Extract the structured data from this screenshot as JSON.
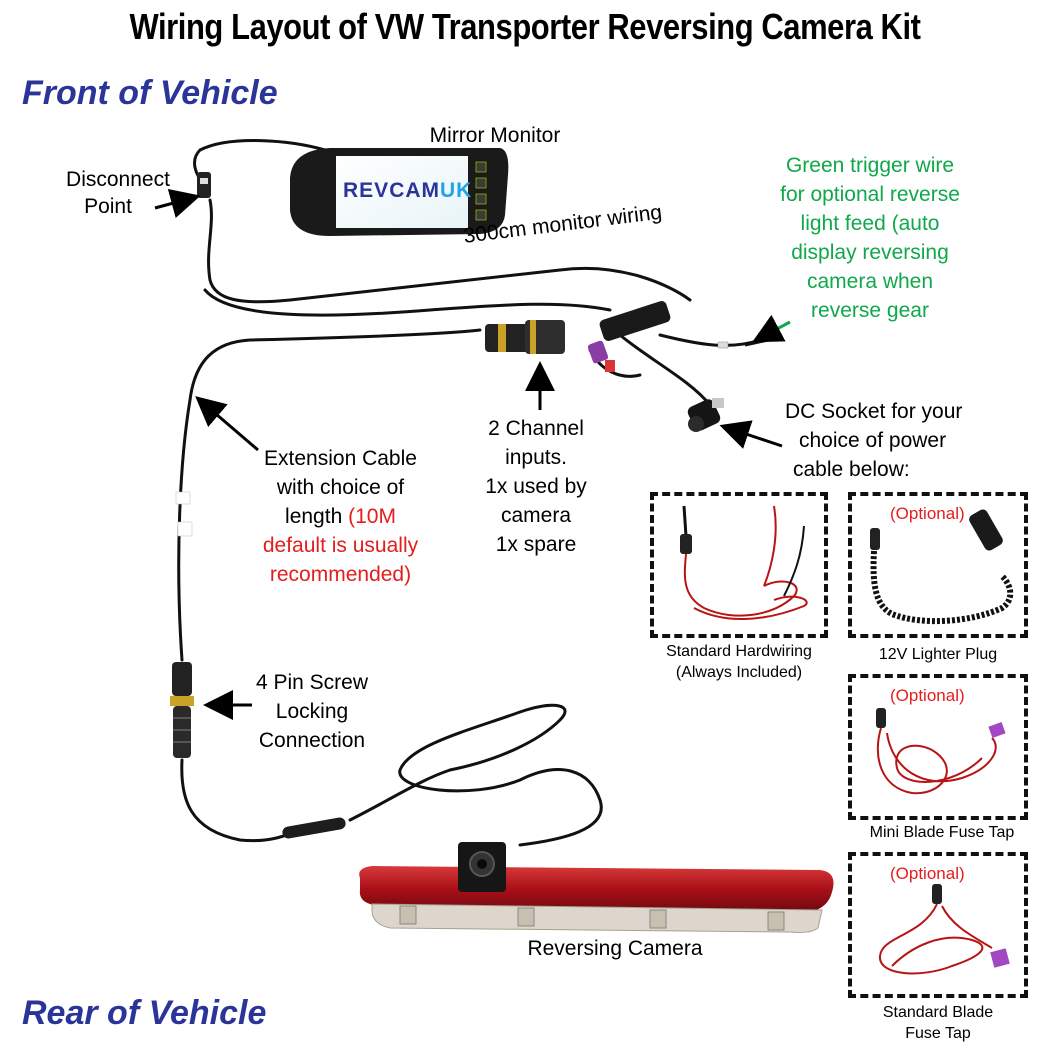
{
  "title": "Wiring Layout of VW Transporter Reversing Camera Kit",
  "front_label": "Front of Vehicle",
  "rear_label": "Rear of Vehicle",
  "mirror_monitor": "Mirror Monitor",
  "monitor_brand": "REVCAMUK",
  "disconnect_point": [
    "Disconnect",
    "Point"
  ],
  "monitor_wiring": "300cm monitor wiring",
  "green_trigger": [
    "Green trigger wire",
    "for optional reverse",
    "light feed (auto",
    "display reversing",
    "camera when",
    "reverse gear"
  ],
  "dc_socket": [
    "DC Socket for your",
    "choice of power",
    "cable below:"
  ],
  "channel_inputs": [
    "2 Channel",
    "inputs.",
    "1x used by",
    "camera",
    "1x spare"
  ],
  "extension_cable": {
    "lines": [
      "Extension Cable",
      "with choice of"
    ],
    "line3_prefix": "length ",
    "red_part": [
      "(10M",
      "default is usually",
      "recommended)"
    ]
  },
  "screw_connection": [
    "4 Pin Screw",
    "Locking",
    "Connection"
  ],
  "reversing_camera": "Reversing Camera",
  "power_options": {
    "standard_hardwiring": [
      "Standard Hardwiring",
      "(Always Included)"
    ],
    "lighter_plug": "12V Lighter Plug",
    "mini_blade": "Mini Blade Fuse Tap",
    "standard_blade": [
      "Standard Blade",
      "Fuse Tap"
    ],
    "optional": "(Optional)"
  },
  "colors": {
    "accent_blue": "#2b3599",
    "green_text": "#11a84b",
    "red_text": "#e51d1d",
    "cable": "#111111",
    "red_wire": "#b81414",
    "brake_light": "#b5121b"
  }
}
